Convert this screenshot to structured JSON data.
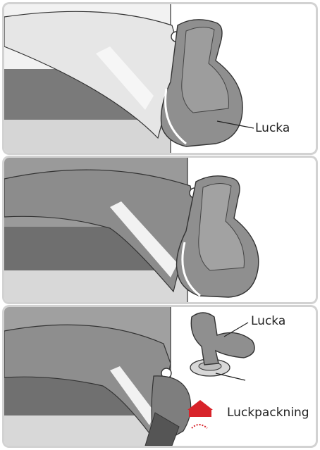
{
  "figure": {
    "panels": [
      {
        "label": "Lucka"
      },
      {},
      {
        "labels": [
          "Lucka",
          "Luckpackning"
        ]
      }
    ]
  },
  "colors": {
    "frame": "#d2d2d2",
    "body_light": "#dedede",
    "body_mid": "#9e9e9e",
    "body_dark": "#6d6d6d",
    "lid": "#8f8f8f",
    "lid_dark": "#5f5f5f",
    "arrow_red": "#d8232a"
  }
}
